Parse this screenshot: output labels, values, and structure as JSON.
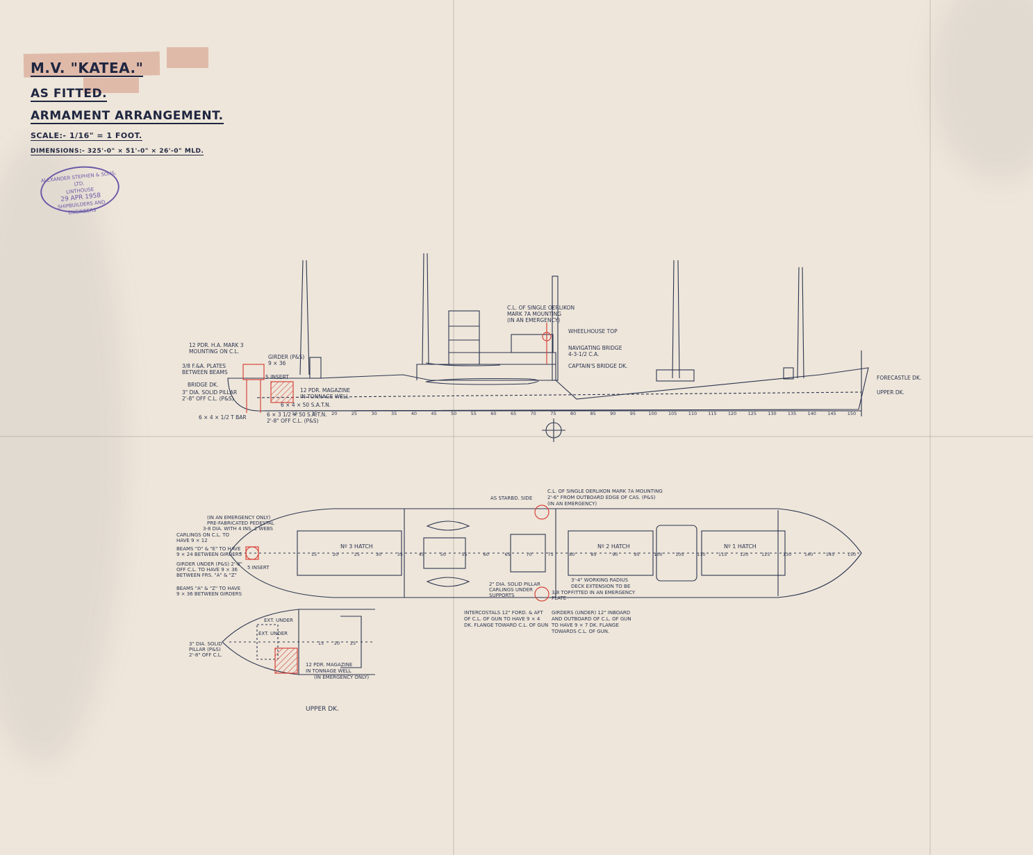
{
  "title": {
    "vessel": "M.V. \"KATEA.\"",
    "status": "AS FITTED.",
    "drawing": "ARMAMENT ARRANGEMENT.",
    "scale": "SCALE:- 1/16\" = 1 FOOT.",
    "dimensions": "DIMENSIONS:- 325'-0\" × 51'-0\" × 26'-0\" MLD."
  },
  "stamp": {
    "line1": "ALEXANDER STEPHEN & SONS, LTD.",
    "line2": "LINTHOUSE",
    "line3": "29 APR 1958",
    "line4": "SHIPBUILDERS AND ENGINEERS"
  },
  "profile": {
    "frame_numbers": [
      "10",
      "15",
      "20",
      "25",
      "30",
      "35",
      "40",
      "45",
      "50",
      "55",
      "60",
      "65",
      "70",
      "75",
      "80",
      "85",
      "90",
      "95",
      "100",
      "105",
      "110",
      "115",
      "120",
      "125",
      "130",
      "135",
      "140",
      "145",
      "150"
    ],
    "labels": {
      "gun_mount_aft": "12 PDR. H.A. MARK 3",
      "gun_mount_aft2": "MOUNTING ON C.L.",
      "plates": "3/8 F.&A. PLATES",
      "plates2": "BETWEEN BEAMS",
      "bridge_dk": "BRIDGE DK.",
      "pillar": "3\" DIA. SOLID PILLAR",
      "pillar2": "2'-8\" OFF C.L. (P&S)",
      "tbar": "6 × 4 × 1/2 T BAR",
      "girder": "GIRDER (P&S)",
      "girder2": "9 × 36",
      "insert": "5 INSERT",
      "magazine": "12 PDR. MAGAZINE",
      "magazine2": "IN TONNAGE WELL",
      "angle1": "6 × 4 × 50 S.A.T.N.",
      "angle2": "6 × 3 1/2 × 50 S.A.T.N.",
      "angle3": "2'-8\" OFF C.L. (P&S)",
      "oerlikon": "C.L. OF SINGLE OERLIKON",
      "oerlikon2": "MARK 7A MOUNTING",
      "oerlikon3": "(IN AN EMERGENCY)",
      "wheelhouse": "WHEELHOUSE TOP",
      "nav_bridge": "NAVIGATING BRIDGE",
      "nav_bridge2": "4-3-1/2 C.A.",
      "captain": "CAPTAIN'S BRIDGE DK.",
      "forecastle": "FORECASTLE DK.",
      "upper": "UPPER DK."
    }
  },
  "plan": {
    "frame_numbers": [
      "15",
      "20",
      "25",
      "30",
      "35",
      "45",
      "50",
      "55",
      "60",
      "65",
      "70",
      "75",
      "80",
      "85",
      "90",
      "95",
      "100",
      "105",
      "110",
      "115",
      "120",
      "125",
      "130",
      "140",
      "145",
      "150"
    ],
    "hatch3": "Nº 3 HATCH",
    "hatch2": "Nº 2 HATCH",
    "hatch1": "Nº 1 HATCH",
    "labels": {
      "emergency": "(IN AN EMERGENCY ONLY)",
      "pedestal": "PRE-FABRICATED PEDESTAL",
      "pedestal2": "3-8 DIA. WITH 4 INS. 2 WEBS",
      "carlings": "CARLINGS ON C.L. TO",
      "carlings2": "HAVE 9 × 12",
      "beams": "BEAMS \"D\" & \"E\" TO HAVE",
      "beams2": "9 × 24 BETWEEN GIRDERS",
      "girder_under": "GIRDER UNDER (P&S) 2'-8\"",
      "girder_under2": "OFF C.L. TO HAVE 9 × 36",
      "girder_under3": "BETWEEN FRS. \"A\" & \"Z\"",
      "beams_az": "BEAMS \"A\" & \"Z\" TO HAVE",
      "beams_az2": "9 × 36 BETWEEN GIRDERS",
      "insert": "5 INSERT",
      "starbd": "AS STARBD. SIDE",
      "oerlikon": "C.L. OF SINGLE OERLIKON MARK 7A MOUNTING",
      "oerlikon2": "2'-6\" FROM OUTBOARD EDGE OF CAS. (P&S)",
      "oerlikon3": "(IN AN EMERGENCY)",
      "pillar": "2\" DIA. SOLID PILLAR",
      "pillar2": "CARLINGS UNDER",
      "pillar3": "SUPPORTS",
      "top_plate": "3/8 TOP",
      "top_plate2": "PLATE",
      "radius": "3'-4\" WORKING RADIUS",
      "radius2": "DECK EXTENSION TO BE",
      "radius3": "FITTED IN AN EMERGENCY",
      "intercostals": "INTERCOSTALS 12\" FORD. & AFT",
      "intercostals2": "OF C.L. OF GUN TO HAVE 9 × 4",
      "intercostals3": "DK. FLANGE TOWARD C.L. OF GUN",
      "girders": "GIRDERS (UNDER) 12\" INBOARD",
      "girders2": "AND OUTBOARD OF C.L. OF GUN",
      "girders3": "TO HAVE 9 × 7 DK. FLANGE",
      "girders4": "TOWARDS C.L. OF GUN."
    }
  },
  "upper_deck": {
    "frame_numbers": [
      "15",
      "20",
      "25"
    ],
    "pillar": "3\" DIA. SOLID",
    "pillar2": "PILLAR (P&S)",
    "pillar3": "2'-8\" OFF C.L.",
    "magazine": "12 PDR. MAGAZINE",
    "magazine2": "IN TONNAGE WELL",
    "magazine3": "(IN EMERGENCY ONLY)",
    "ext": "EXT. UNDER",
    "caption": "UPPER DK."
  },
  "colors": {
    "ink": "#2a3350",
    "red_ink": "#d6423a",
    "paper": "#eee6da",
    "stamp": "#6a5aa8"
  }
}
